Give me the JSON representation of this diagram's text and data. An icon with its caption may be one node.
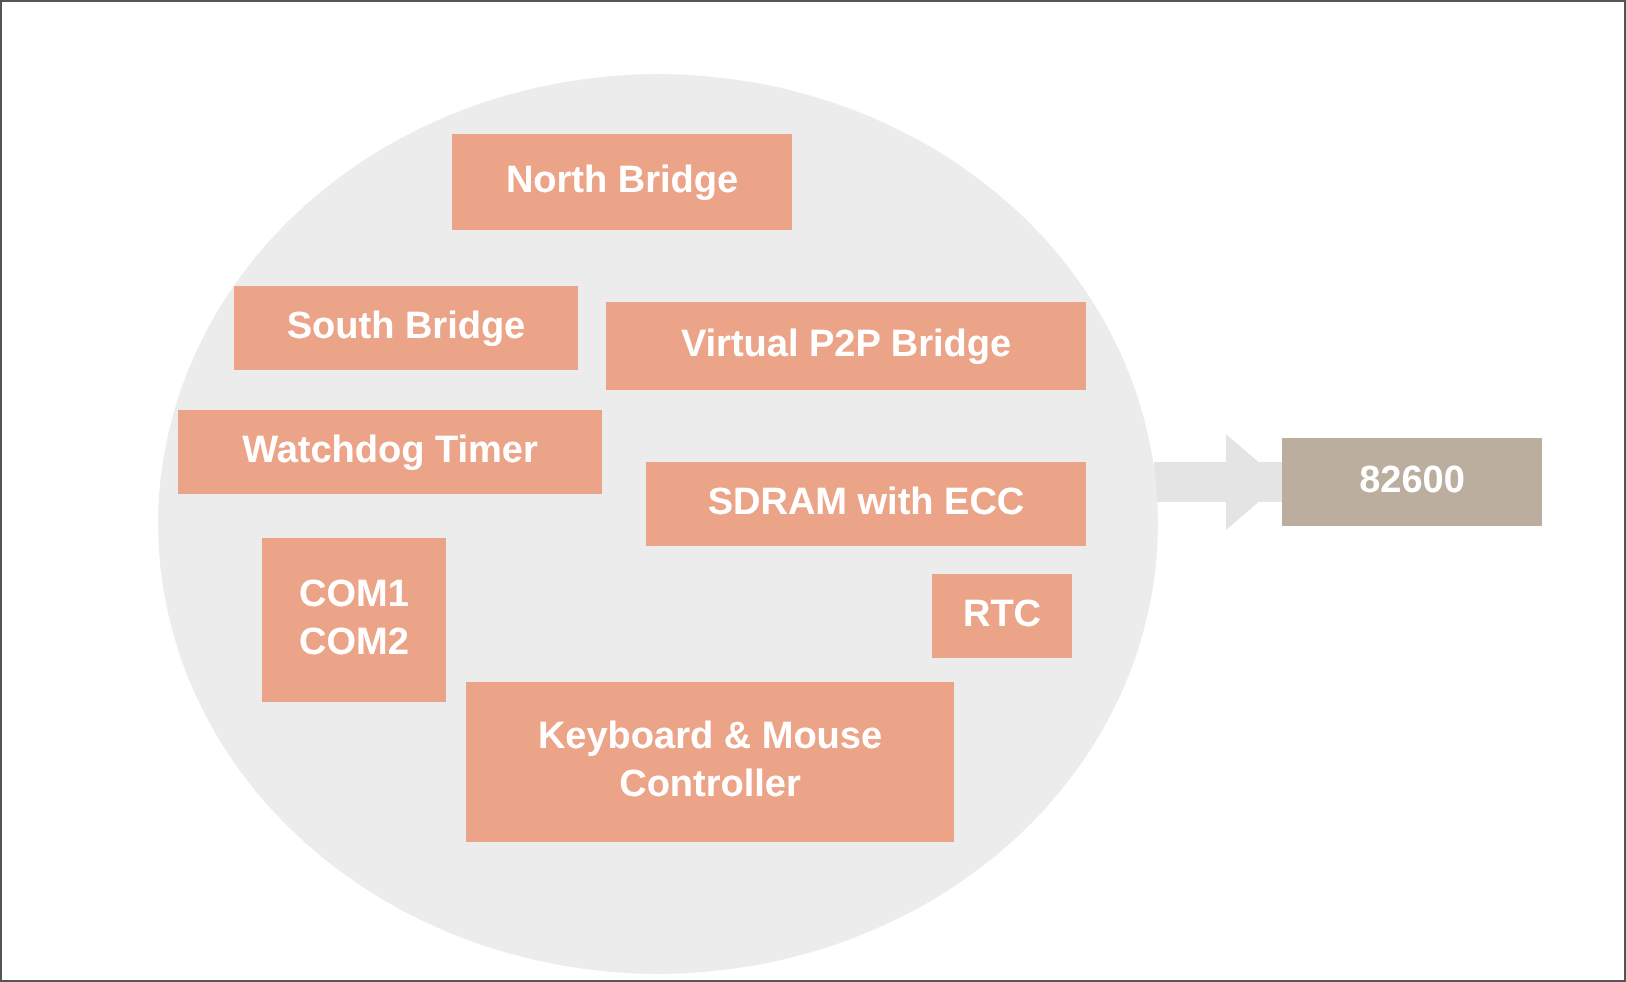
{
  "diagram": {
    "nodes": [
      {
        "text": [],
        "shape": "circle"
      },
      {
        "text": [
          "North Bridge"
        ],
        "in": 0
      },
      {
        "text": [
          "South Bridge"
        ],
        "in": 0
      },
      {
        "text": [
          "Virtual P2P Bridge"
        ],
        "in": 0
      },
      {
        "text": [
          "Watchdog Timer"
        ],
        "in": 0
      },
      {
        "text": [
          "SDRAM with ECC"
        ],
        "in": 0
      },
      {
        "text": [
          "COM1 COM2"
        ],
        "in": 0
      },
      {
        "text": [
          "RTC"
        ],
        "in": 0
      },
      {
        "text": [
          "Keyboard & Mouse Controller"
        ],
        "in": 0
      },
      {
        "text": [
          "82600"
        ]
      }
    ],
    "edges": [
      {
        "from": 0,
        "to": 9,
        "arrow": "to"
      }
    ]
  }
}
